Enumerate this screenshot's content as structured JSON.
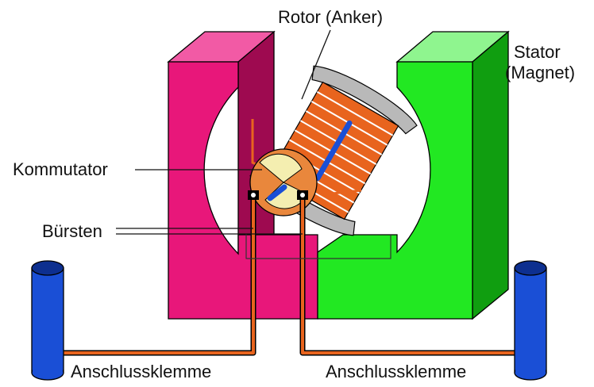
{
  "labels": {
    "rotor": "Rotor (Anker)",
    "stator_line1": "Stator",
    "stator_line2": "(Magnet)",
    "kommutator": "Kommutator",
    "buersten": "Bürsten",
    "terminal_left": "Anschlussklemme",
    "terminal_right": "Anschlussklemme"
  },
  "colors": {
    "north_magnet": "#e8177a",
    "south_magnet": "#22e822",
    "wire": "#e8641e",
    "terminal": "#1a4fd6",
    "rotor_gray": "#b9b9b9",
    "commutator_segment": "#f4eeb0",
    "commutator_hub": "#e9873c"
  }
}
